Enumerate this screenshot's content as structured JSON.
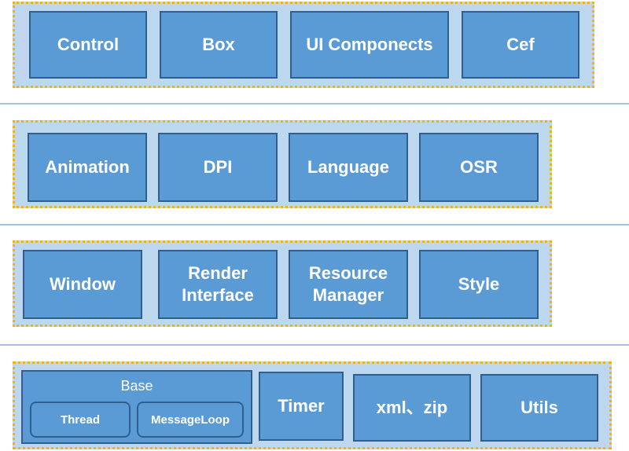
{
  "layer1": {
    "items": [
      "Control",
      "Box",
      "UI Componects",
      "Cef"
    ]
  },
  "layer2": {
    "items": [
      "Animation",
      "DPI",
      "Language",
      "OSR"
    ]
  },
  "layer3": {
    "items": [
      "Window",
      "Render Interface",
      "Resource Manager",
      "Style"
    ]
  },
  "layer4": {
    "base": {
      "label": "Base",
      "subs": [
        "Thread",
        "MessageLoop"
      ]
    },
    "items": [
      "Timer",
      "xml、zip",
      "Utils"
    ]
  },
  "colors": {
    "block_fill": "#5b9bd5",
    "block_border": "#2f5f8f",
    "layer_fill": "#bdd7ee",
    "layer_border": "#f4b400",
    "separator": "#9dc3e6"
  }
}
